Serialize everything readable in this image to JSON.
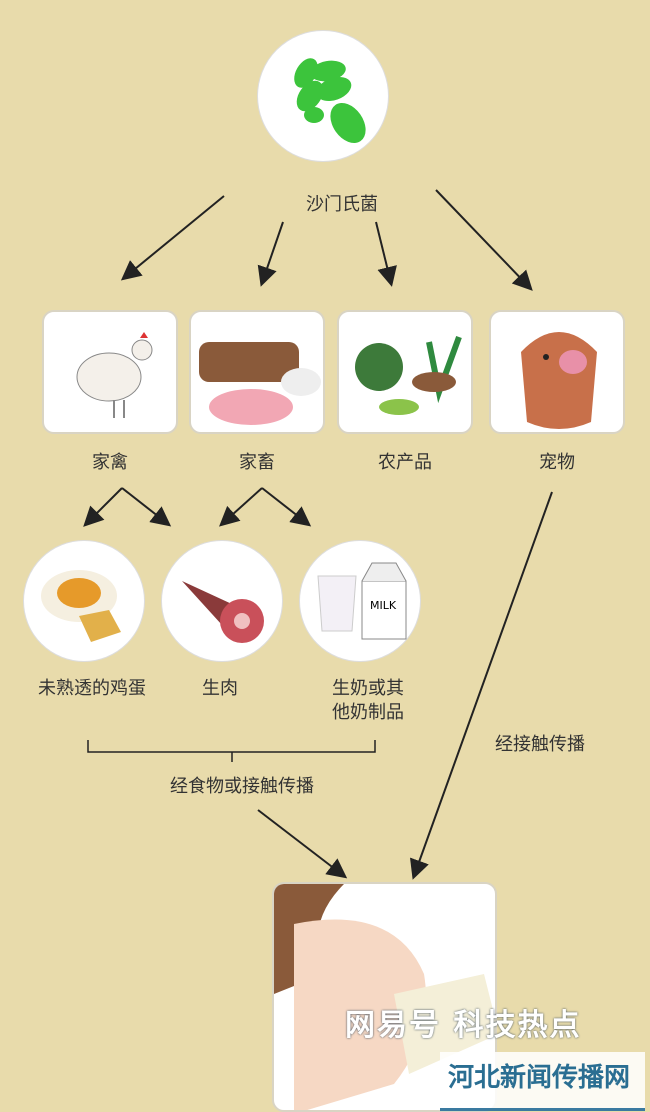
{
  "source": {
    "label": "沙门氏菌",
    "icon": "bacteria-icon"
  },
  "carriers": [
    {
      "label": "家禽",
      "icon": "chicken-icon"
    },
    {
      "label": "家畜",
      "icon": "livestock-icon"
    },
    {
      "label": "农产品",
      "icon": "produce-icon"
    },
    {
      "label": "宠物",
      "icon": "dog-icon"
    }
  ],
  "foods": [
    {
      "label": "未熟透的鸡蛋",
      "icon": "egg-icon"
    },
    {
      "label": "生肉",
      "icon": "raw-meat-icon"
    },
    {
      "label": "生奶或其",
      "label2": "他奶制品",
      "icon": "milk-icon",
      "carton_text": "MILK"
    }
  ],
  "food_route": "经食物或接触传播",
  "contact_route": "经接触传播",
  "target": {
    "icon": "person-drinking-icon"
  },
  "watermark": {
    "text": "网易号 科技热点",
    "under_text": "河北新闻传播网"
  },
  "colors": {
    "background": "#e8dbab",
    "bacteria": "#3cc43c"
  }
}
